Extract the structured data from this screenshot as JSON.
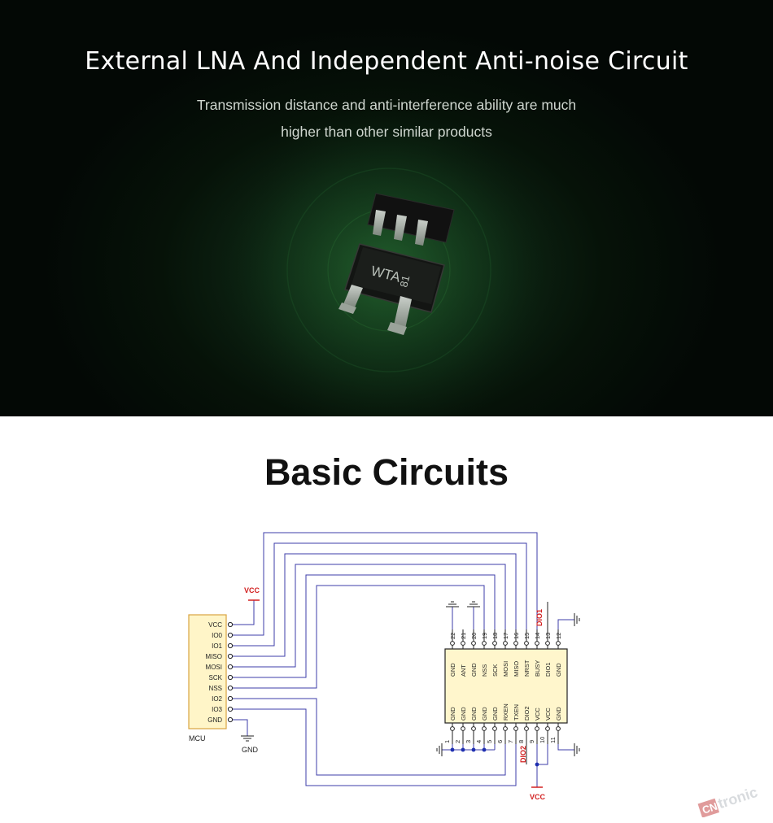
{
  "hero": {
    "title": "External LNA And Independent Anti-noise Circuit",
    "subtitle_line1": "Transmission distance and anti-interference ability are much",
    "subtitle_line2": "higher than other similar products",
    "chip_marking_1": "WTA",
    "chip_marking_2": "81"
  },
  "section": {
    "title": "Basic Circuits"
  },
  "mcu": {
    "name": "MCU",
    "pins": [
      "VCC",
      "IO0",
      "IO1",
      "MISO",
      "MOSI",
      "SCK",
      "NSS",
      "IO2",
      "IO3",
      "GND"
    ],
    "vcc_label": "VCC",
    "gnd_label": "GND"
  },
  "module": {
    "top_pins": [
      {
        "num": "22",
        "name": "GND"
      },
      {
        "num": "21",
        "name": "ANT"
      },
      {
        "num": "20",
        "name": "GND"
      },
      {
        "num": "19",
        "name": "NSS"
      },
      {
        "num": "18",
        "name": "SCK"
      },
      {
        "num": "17",
        "name": "MOSI"
      },
      {
        "num": "16",
        "name": "MISO"
      },
      {
        "num": "15",
        "name": "NRST"
      },
      {
        "num": "14",
        "name": "BUSY"
      },
      {
        "num": "13",
        "name": "DIO1"
      },
      {
        "num": "12",
        "name": "GND"
      }
    ],
    "bottom_pins": [
      {
        "num": "1",
        "name": "GND"
      },
      {
        "num": "2",
        "name": "GND"
      },
      {
        "num": "3",
        "name": "GND"
      },
      {
        "num": "4",
        "name": "GND"
      },
      {
        "num": "5",
        "name": "GND"
      },
      {
        "num": "6",
        "name": "RXEN"
      },
      {
        "num": "7",
        "name": "TXEN"
      },
      {
        "num": "8",
        "name": "DIO2"
      },
      {
        "num": "9",
        "name": "VCC"
      },
      {
        "num": "10",
        "name": "VCC"
      },
      {
        "num": "11",
        "name": "GND"
      }
    ],
    "dio1_label": "DIO1",
    "dio2_label": "DIO2",
    "vcc_label": "VCC"
  },
  "brand": {
    "logo_text": "tronic"
  },
  "colors": {
    "accent_red": "#d21f1f",
    "wire": "#3c3ca8",
    "mcu_fill": "#fff5c8",
    "mcu_stroke": "#d9a441",
    "module_fill": "#fff6cc",
    "junction": "#1e2fb0"
  }
}
